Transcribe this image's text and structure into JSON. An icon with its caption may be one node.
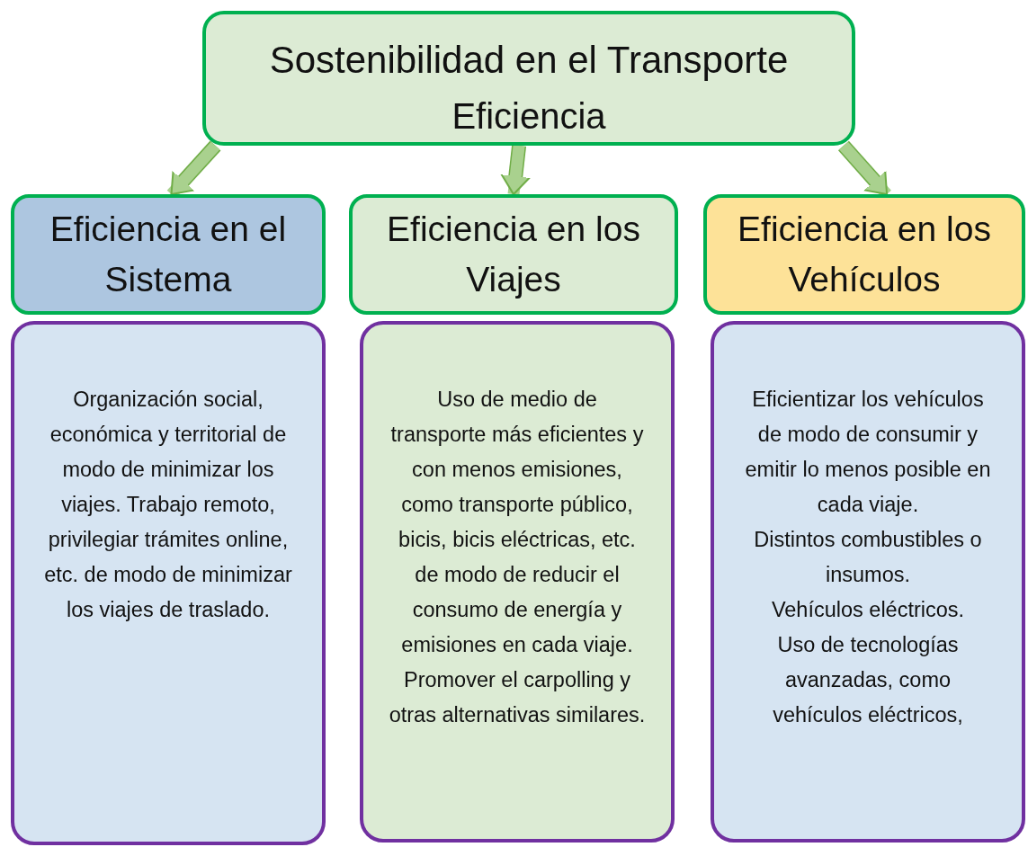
{
  "diagram": {
    "nodes": [
      {
        "text": [
          "Sostenibilidad en el Transporte",
          "Eficiencia"
        ]
      },
      {
        "text": [
          "Eficiencia en el Sistema"
        ]
      },
      {
        "text": [
          "Eficiencia en los Viajes"
        ]
      },
      {
        "text": [
          "Eficiencia en los Vehículos"
        ]
      },
      {
        "text": [
          "Organización social, económica y territorial de modo de minimizar los viajes. Trabajo remoto, privilegiar trámites online, etc. de modo de minimizar los viajes de traslado."
        ]
      },
      {
        "text": [
          "Uso de medio de transporte más eficientes y con menos emisiones, como transporte público, bicis, bicis eléctricas, etc. de modo de reducir el consumo de energía y emisiones en cada viaje. Promover el carpolling y otras alternativas similares."
        ]
      },
      {
        "text": [
          "Eficientizar los vehículos de modo de consumir y emitir lo menos posible en cada viaje.",
          "Distintos combustibles o insumos.",
          "Vehículos eléctricos.",
          "Uso de tecnologías avanzadas, como vehículos eléctricos,"
        ]
      }
    ],
    "edges": [
      {
        "from": 0,
        "to": 1,
        "arrow": "to"
      },
      {
        "from": 0,
        "to": 2,
        "arrow": "to"
      },
      {
        "from": 0,
        "to": 3,
        "arrow": "to"
      }
    ]
  }
}
